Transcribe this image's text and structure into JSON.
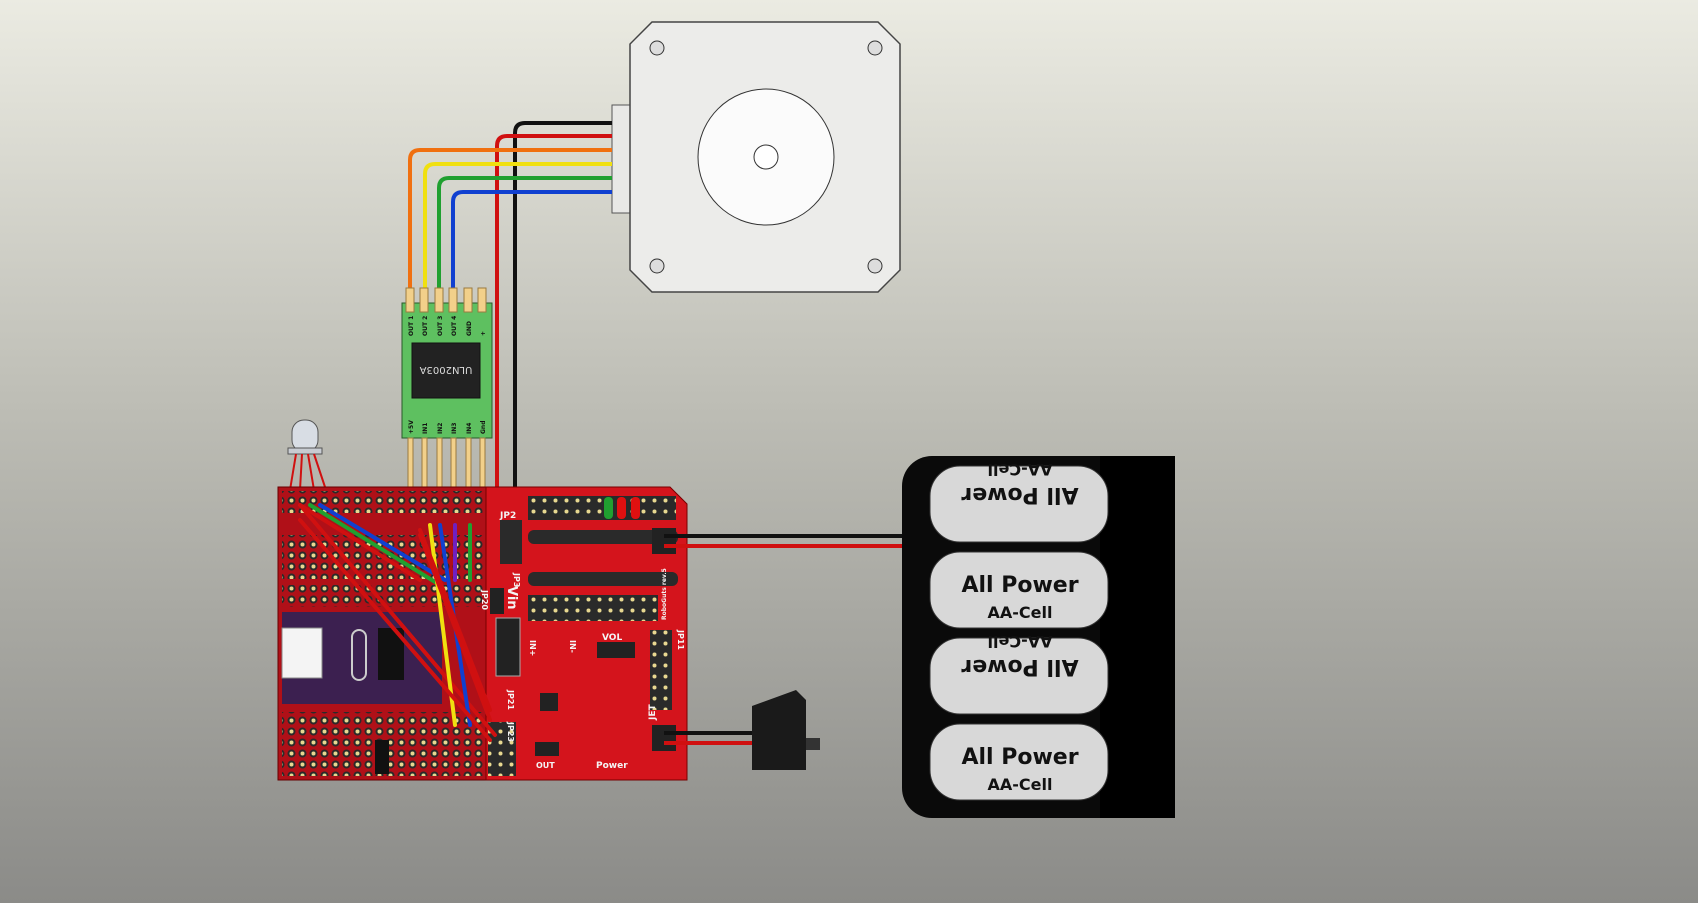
{
  "driver": {
    "chip": "ULN2003A",
    "top_pins": [
      "OUT 1",
      "OUT 2",
      "OUT 3",
      "OUT 4",
      "GND",
      "+"
    ],
    "bottom_pins": [
      "+5V",
      "IN1",
      "IN2",
      "IN3",
      "IN4",
      "Gnd"
    ]
  },
  "board": {
    "name": "RoboGuts rev.5",
    "labels": {
      "jp2": "JP2",
      "jp3": "JP3",
      "vin": "Vin",
      "jp20": "JP20",
      "jp21": "JP21",
      "jp23": "JP23",
      "jp11": "JP11",
      "vol": "VOL",
      "in_plus": "IN+",
      "in_minus": "IN-",
      "out": "OUT",
      "power": "Power",
      "brand": "JET"
    }
  },
  "battery": {
    "cells": [
      {
        "line1": "All Power",
        "line2": "AA-Cell"
      },
      {
        "line1": "All Power",
        "line2": "AA-Cell"
      },
      {
        "line1": "All Power",
        "line2": "AA-Cell"
      },
      {
        "line1": "All Power",
        "line2": "AA-Cell"
      }
    ]
  },
  "colors": {
    "wire_black": "#111111",
    "wire_red": "#d01010",
    "wire_orange": "#f07010",
    "wire_yellow": "#f0e010",
    "wire_green": "#20a030",
    "wire_blue": "#1040d0",
    "pcb": "#d4141c",
    "driver": "#5ec060"
  }
}
